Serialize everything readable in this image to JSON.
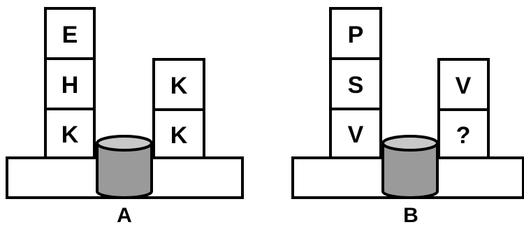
{
  "puzzle": {
    "figure_a": {
      "label": "A",
      "left_stack": [
        "E",
        "H",
        "K"
      ],
      "right_stack": [
        "K",
        "K"
      ]
    },
    "figure_b": {
      "label": "B",
      "left_stack": [
        "P",
        "S",
        "V"
      ],
      "right_stack": [
        "V",
        "?"
      ]
    }
  },
  "colors": {
    "stroke": "#000000",
    "box_fill": "#ffffff",
    "cylinder_body": "#9a9a9a",
    "cylinder_top": "#c8c8c8"
  }
}
